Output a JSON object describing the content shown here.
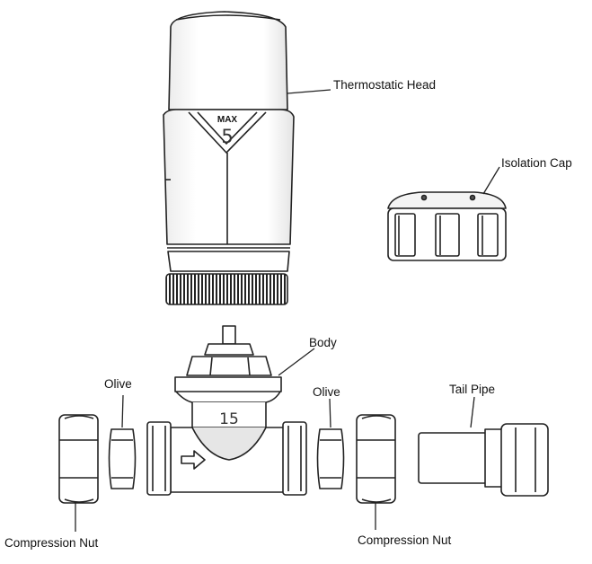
{
  "labels": {
    "thermostatic_head": "Thermostatic Head",
    "isolation_cap": "Isolation Cap",
    "body": "Body",
    "olive_left": "Olive",
    "olive_right": "Olive",
    "tail_pipe": "Tail Pipe",
    "compression_nut_left": "Compression Nut",
    "compression_nut_right": "Compression Nut"
  },
  "head_markings": {
    "max": "MAX",
    "setting": "5"
  },
  "body_marking": "15",
  "colors": {
    "stroke": "#222222",
    "fill": "#ffffff",
    "shade": "#d8d8d8"
  }
}
